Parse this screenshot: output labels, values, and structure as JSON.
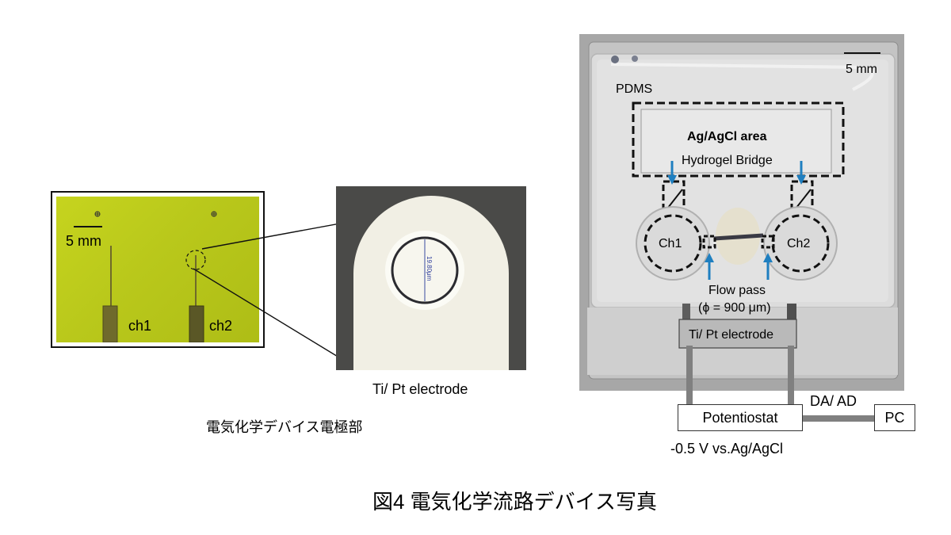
{
  "left_photo": {
    "scale_label": "5 mm",
    "ch1_label": "ch1",
    "ch2_label": "ch2"
  },
  "micrograph": {
    "measurement": "19.80μm",
    "caption": "Ti/ Pt electrode"
  },
  "left_caption": "電気化学デバイス電極部",
  "device_photo": {
    "scale_label": "5 mm",
    "pdms_label": "PDMS",
    "agcl_label": "Ag/AgCl area",
    "bridge_label": "Hydrogel Bridge",
    "ch1_label": "Ch1",
    "ch2_label": "Ch2",
    "flow_label": "Flow pass",
    "flow_dim": "(ϕ = 900 μm)",
    "electrode_label": "Ti/ Pt electrode"
  },
  "instruments": {
    "potentiostat": "Potentiostat",
    "pc": "PC",
    "link": "DA/ AD",
    "bias": "-0.5 V vs.Ag/AgCl"
  },
  "figure_title": "図4 電気化学流路デバイス写真",
  "colors": {
    "chip_green": "#b9c81b",
    "arrow_blue": "#1f7fc0",
    "device_bg": "#a9a9a9"
  }
}
